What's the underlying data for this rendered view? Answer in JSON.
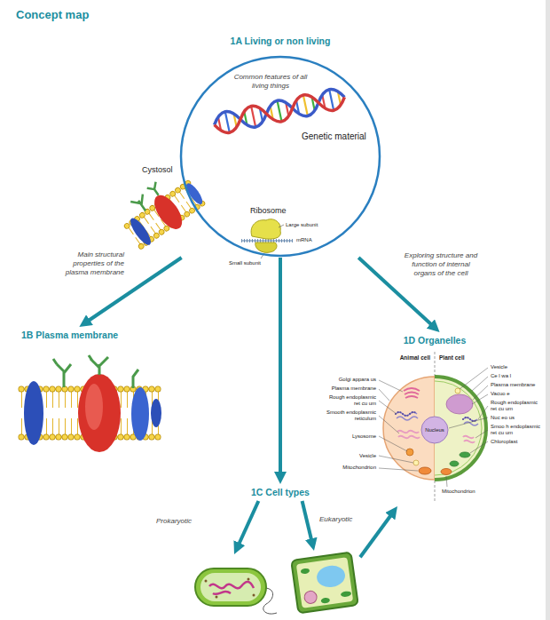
{
  "diagram": {
    "title": "Concept map",
    "nodes": [
      {
        "text": [
          "1A Living or non living"
        ]
      },
      {
        "text": [
          "1B Plasma membrane"
        ]
      },
      {
        "text": [
          "1D Organelles"
        ]
      },
      {
        "text": [
          "1C Cell types"
        ]
      },
      {
        "text": [
          "Prokaryotic"
        ]
      },
      {
        "text": [
          "Eukaryotic"
        ]
      }
    ],
    "edges": [
      {
        "from": 0,
        "to": 1,
        "arrow": "to",
        "label": "Main structural properties of the plasma membrane"
      },
      {
        "from": 0,
        "to": 3,
        "arrow": "to"
      },
      {
        "from": 0,
        "to": 2,
        "arrow": "to",
        "label": "Exploring structure and function of internal organs of the cell"
      },
      {
        "from": 3,
        "to": 4,
        "arrow": "to"
      },
      {
        "from": 3,
        "to": 5,
        "arrow": "to"
      },
      {
        "from": 5,
        "to": 2,
        "arrow": "to"
      }
    ],
    "labels": [
      "Common features of all living things",
      "Genetic material",
      "Cystosol",
      "Ribosome",
      "Large subunit",
      "mRNA",
      "Small subunit",
      "Animal cell",
      "Plant cell",
      "Golgi appara us",
      "Plasma membrane",
      "Rough endoplasmic ret cu um",
      "Smooth endoplasmic reticulum",
      "Lysosome",
      "Vesicle",
      "Mitochondrion",
      "Vesicle",
      "Ce l wa l",
      "Plasma membrane",
      "Vacuo e",
      "Rough endoplasmic ret cu um",
      "Nuc eo us",
      "Smoo h endoplasmic ret cu um",
      "Chloroplast",
      "Mitochondrion",
      "Nucleus"
    ]
  }
}
